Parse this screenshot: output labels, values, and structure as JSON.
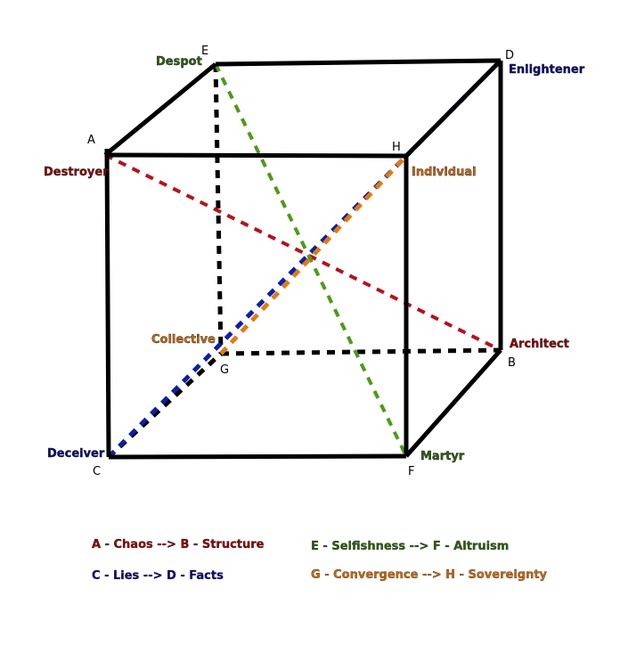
{
  "colors": {
    "edge": "#000000",
    "red": "#b5121b",
    "blue": "#0b1fa8",
    "green": "#4e9a1a",
    "orange": "#e07b12",
    "darkred_text": "#8b0000",
    "darkblue_text": "#0a0a7a",
    "darkgreen_text": "#2e5e12",
    "orange_text": "#c86a10"
  },
  "vertices": {
    "A": "A",
    "B": "B",
    "C": "C",
    "D": "D",
    "E": "E",
    "F": "F",
    "G": "G",
    "H": "H"
  },
  "roles": {
    "destroyer": "Destroyer",
    "architect": "Architect",
    "deceiver": "Deceiver",
    "enlightener": "Enlightener",
    "despot": "Despot",
    "martyr": "Martyr",
    "collective": "Collective",
    "individual": "Individual"
  },
  "legend": {
    "chaos_structure": "A - Chaos --> B - Structure",
    "lies_facts": "C - Lies --> D - Facts",
    "selfishness_altruism": "E - Selfishness --> F - Altruism",
    "convergence_sovereignty": "G - Convergence --> H - Sovereignty"
  }
}
